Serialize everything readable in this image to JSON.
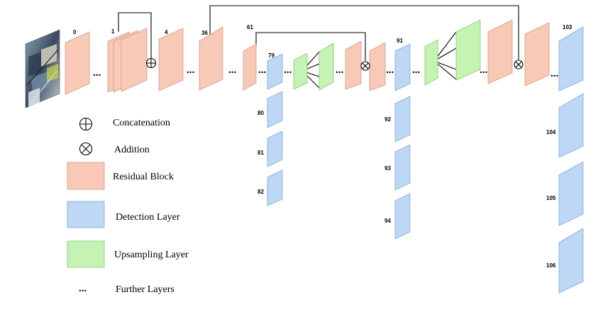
{
  "layer_numbers": {
    "l0": "0",
    "l1": "1",
    "l4": "4",
    "l36": "36",
    "l61": "61",
    "l79": "79",
    "l80": "80",
    "l81": "81",
    "l82": "82",
    "l91": "91",
    "l92": "92",
    "l93": "93",
    "l94": "94",
    "l103": "103",
    "l104": "104",
    "l105": "105",
    "l106": "106"
  },
  "dots": "...",
  "legend": {
    "concatenation": "Concatenation",
    "addition": "Addition",
    "residual": "Residual Block",
    "detection": "Detection Layer",
    "upsampling": "Upsampling Layer",
    "further": "Further Layers",
    "further_symbol": "..."
  },
  "colors": {
    "residual": "#f8c9b7",
    "detection": "#bdd7f4",
    "upsampling": "#c4f3b4"
  },
  "icons": [
    "input-image",
    "concatenation-icon",
    "addition-icon"
  ]
}
